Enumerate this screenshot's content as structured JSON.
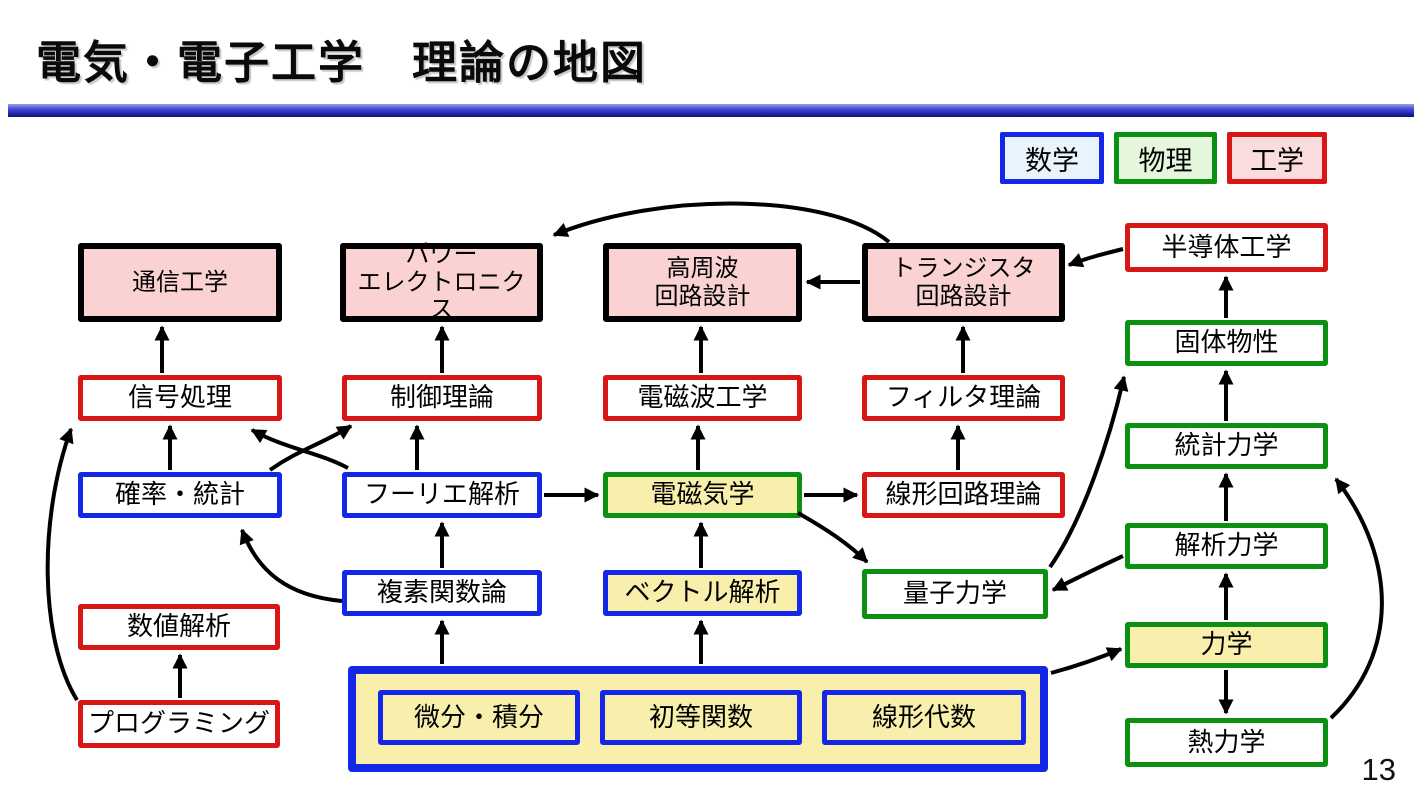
{
  "slide": {
    "title": "電気・電子工学　理論の地図",
    "page_number": "13"
  },
  "legend": {
    "items": [
      {
        "id": "math",
        "label": "数学",
        "fill": "#e9f4fd",
        "border": "#1527e6"
      },
      {
        "id": "physics",
        "label": "物理",
        "fill": "#e4f6db",
        "border": "#0a9112"
      },
      {
        "id": "engineering",
        "label": "工学",
        "fill": "#fadcdc",
        "border": "#d81616"
      }
    ]
  },
  "colors": {
    "math_border": "#1527e6",
    "physics_border": "#0a9112",
    "engineering_border": "#d81616",
    "application_border": "#000000",
    "application_fill": "#fad2d2",
    "highlight_fill": "#f8efad",
    "arrow": "#000000",
    "title_rule": "#2228b0"
  },
  "diagram": {
    "nodes": [
      {
        "id": "communication",
        "label": "通信工学",
        "category": "application"
      },
      {
        "id": "power-electronics",
        "label": "パワー\nエレクトロニクス",
        "category": "application"
      },
      {
        "id": "rf-circuit",
        "label": "高周波\n回路設計",
        "category": "application"
      },
      {
        "id": "transistor-circuit",
        "label": "トランジスタ\n回路設計",
        "category": "application"
      },
      {
        "id": "semiconductor",
        "label": "半導体工学",
        "category": "engineering"
      },
      {
        "id": "signal-processing",
        "label": "信号処理",
        "category": "engineering"
      },
      {
        "id": "control-theory",
        "label": "制御理論",
        "category": "engineering"
      },
      {
        "id": "em-wave",
        "label": "電磁波工学",
        "category": "engineering"
      },
      {
        "id": "filter-theory",
        "label": "フィルタ理論",
        "category": "engineering"
      },
      {
        "id": "probability",
        "label": "確率・統計",
        "category": "math"
      },
      {
        "id": "fourier",
        "label": "フーリエ解析",
        "category": "math"
      },
      {
        "id": "electromagnetics",
        "label": "電磁気学",
        "category": "physics-highlight"
      },
      {
        "id": "linear-circuit",
        "label": "線形回路理論",
        "category": "engineering"
      },
      {
        "id": "solid-state",
        "label": "固体物性",
        "category": "physics"
      },
      {
        "id": "statistical-mechanics",
        "label": "統計力学",
        "category": "physics"
      },
      {
        "id": "analytical-mechanics",
        "label": "解析力学",
        "category": "physics"
      },
      {
        "id": "complex-analysis",
        "label": "複素関数論",
        "category": "math"
      },
      {
        "id": "vector-analysis",
        "label": "ベクトル解析",
        "category": "math-highlight"
      },
      {
        "id": "quantum",
        "label": "量子力学",
        "category": "physics"
      },
      {
        "id": "mechanics",
        "label": "力学",
        "category": "physics-highlight"
      },
      {
        "id": "thermodynamics",
        "label": "熱力学",
        "category": "physics"
      },
      {
        "id": "numerical",
        "label": "数値解析",
        "category": "engineering"
      },
      {
        "id": "programming",
        "label": "プログラミング",
        "category": "engineering"
      },
      {
        "id": "basic-math",
        "label": "",
        "category": "math-foundation"
      },
      {
        "id": "calculus",
        "label": "微分・積分",
        "category": "math-foundation-item"
      },
      {
        "id": "elementary-functions",
        "label": "初等関数",
        "category": "math-foundation-item"
      },
      {
        "id": "linear-algebra",
        "label": "線形代数",
        "category": "math-foundation-item"
      }
    ],
    "edges": [
      {
        "from": "signal-processing",
        "to": "communication"
      },
      {
        "from": "probability",
        "to": "signal-processing"
      },
      {
        "from": "control-theory",
        "to": "power-electronics"
      },
      {
        "from": "fourier",
        "to": "control-theory"
      },
      {
        "from": "em-wave",
        "to": "rf-circuit"
      },
      {
        "from": "electromagnetics",
        "to": "em-wave"
      },
      {
        "from": "filter-theory",
        "to": "transistor-circuit"
      },
      {
        "from": "linear-circuit",
        "to": "filter-theory"
      },
      {
        "from": "complex-analysis",
        "to": "fourier"
      },
      {
        "from": "vector-analysis",
        "to": "electromagnetics"
      },
      {
        "from": "basic-math",
        "to": "complex-analysis"
      },
      {
        "from": "basic-math",
        "to": "vector-analysis"
      },
      {
        "from": "basic-math",
        "to": "mechanics"
      },
      {
        "from": "programming",
        "to": "numerical"
      },
      {
        "from": "programming",
        "to": "signal-processing"
      },
      {
        "from": "complex-analysis",
        "to": "probability"
      },
      {
        "from": "probability",
        "to": "control-theory"
      },
      {
        "from": "fourier",
        "to": "signal-processing"
      },
      {
        "from": "fourier",
        "to": "electromagnetics"
      },
      {
        "from": "electromagnetics",
        "to": "linear-circuit"
      },
      {
        "from": "electromagnetics",
        "to": "quantum"
      },
      {
        "from": "transistor-circuit",
        "to": "rf-circuit"
      },
      {
        "from": "transistor-circuit",
        "to": "power-electronics"
      },
      {
        "from": "semiconductor",
        "to": "transistor-circuit"
      },
      {
        "from": "solid-state",
        "to": "semiconductor"
      },
      {
        "from": "statistical-mechanics",
        "to": "solid-state"
      },
      {
        "from": "analytical-mechanics",
        "to": "statistical-mechanics"
      },
      {
        "from": "mechanics",
        "to": "analytical-mechanics"
      },
      {
        "from": "mechanics",
        "to": "thermodynamics"
      },
      {
        "from": "thermodynamics",
        "to": "statistical-mechanics"
      },
      {
        "from": "analytical-mechanics",
        "to": "quantum"
      },
      {
        "from": "quantum",
        "to": "solid-state"
      }
    ]
  }
}
